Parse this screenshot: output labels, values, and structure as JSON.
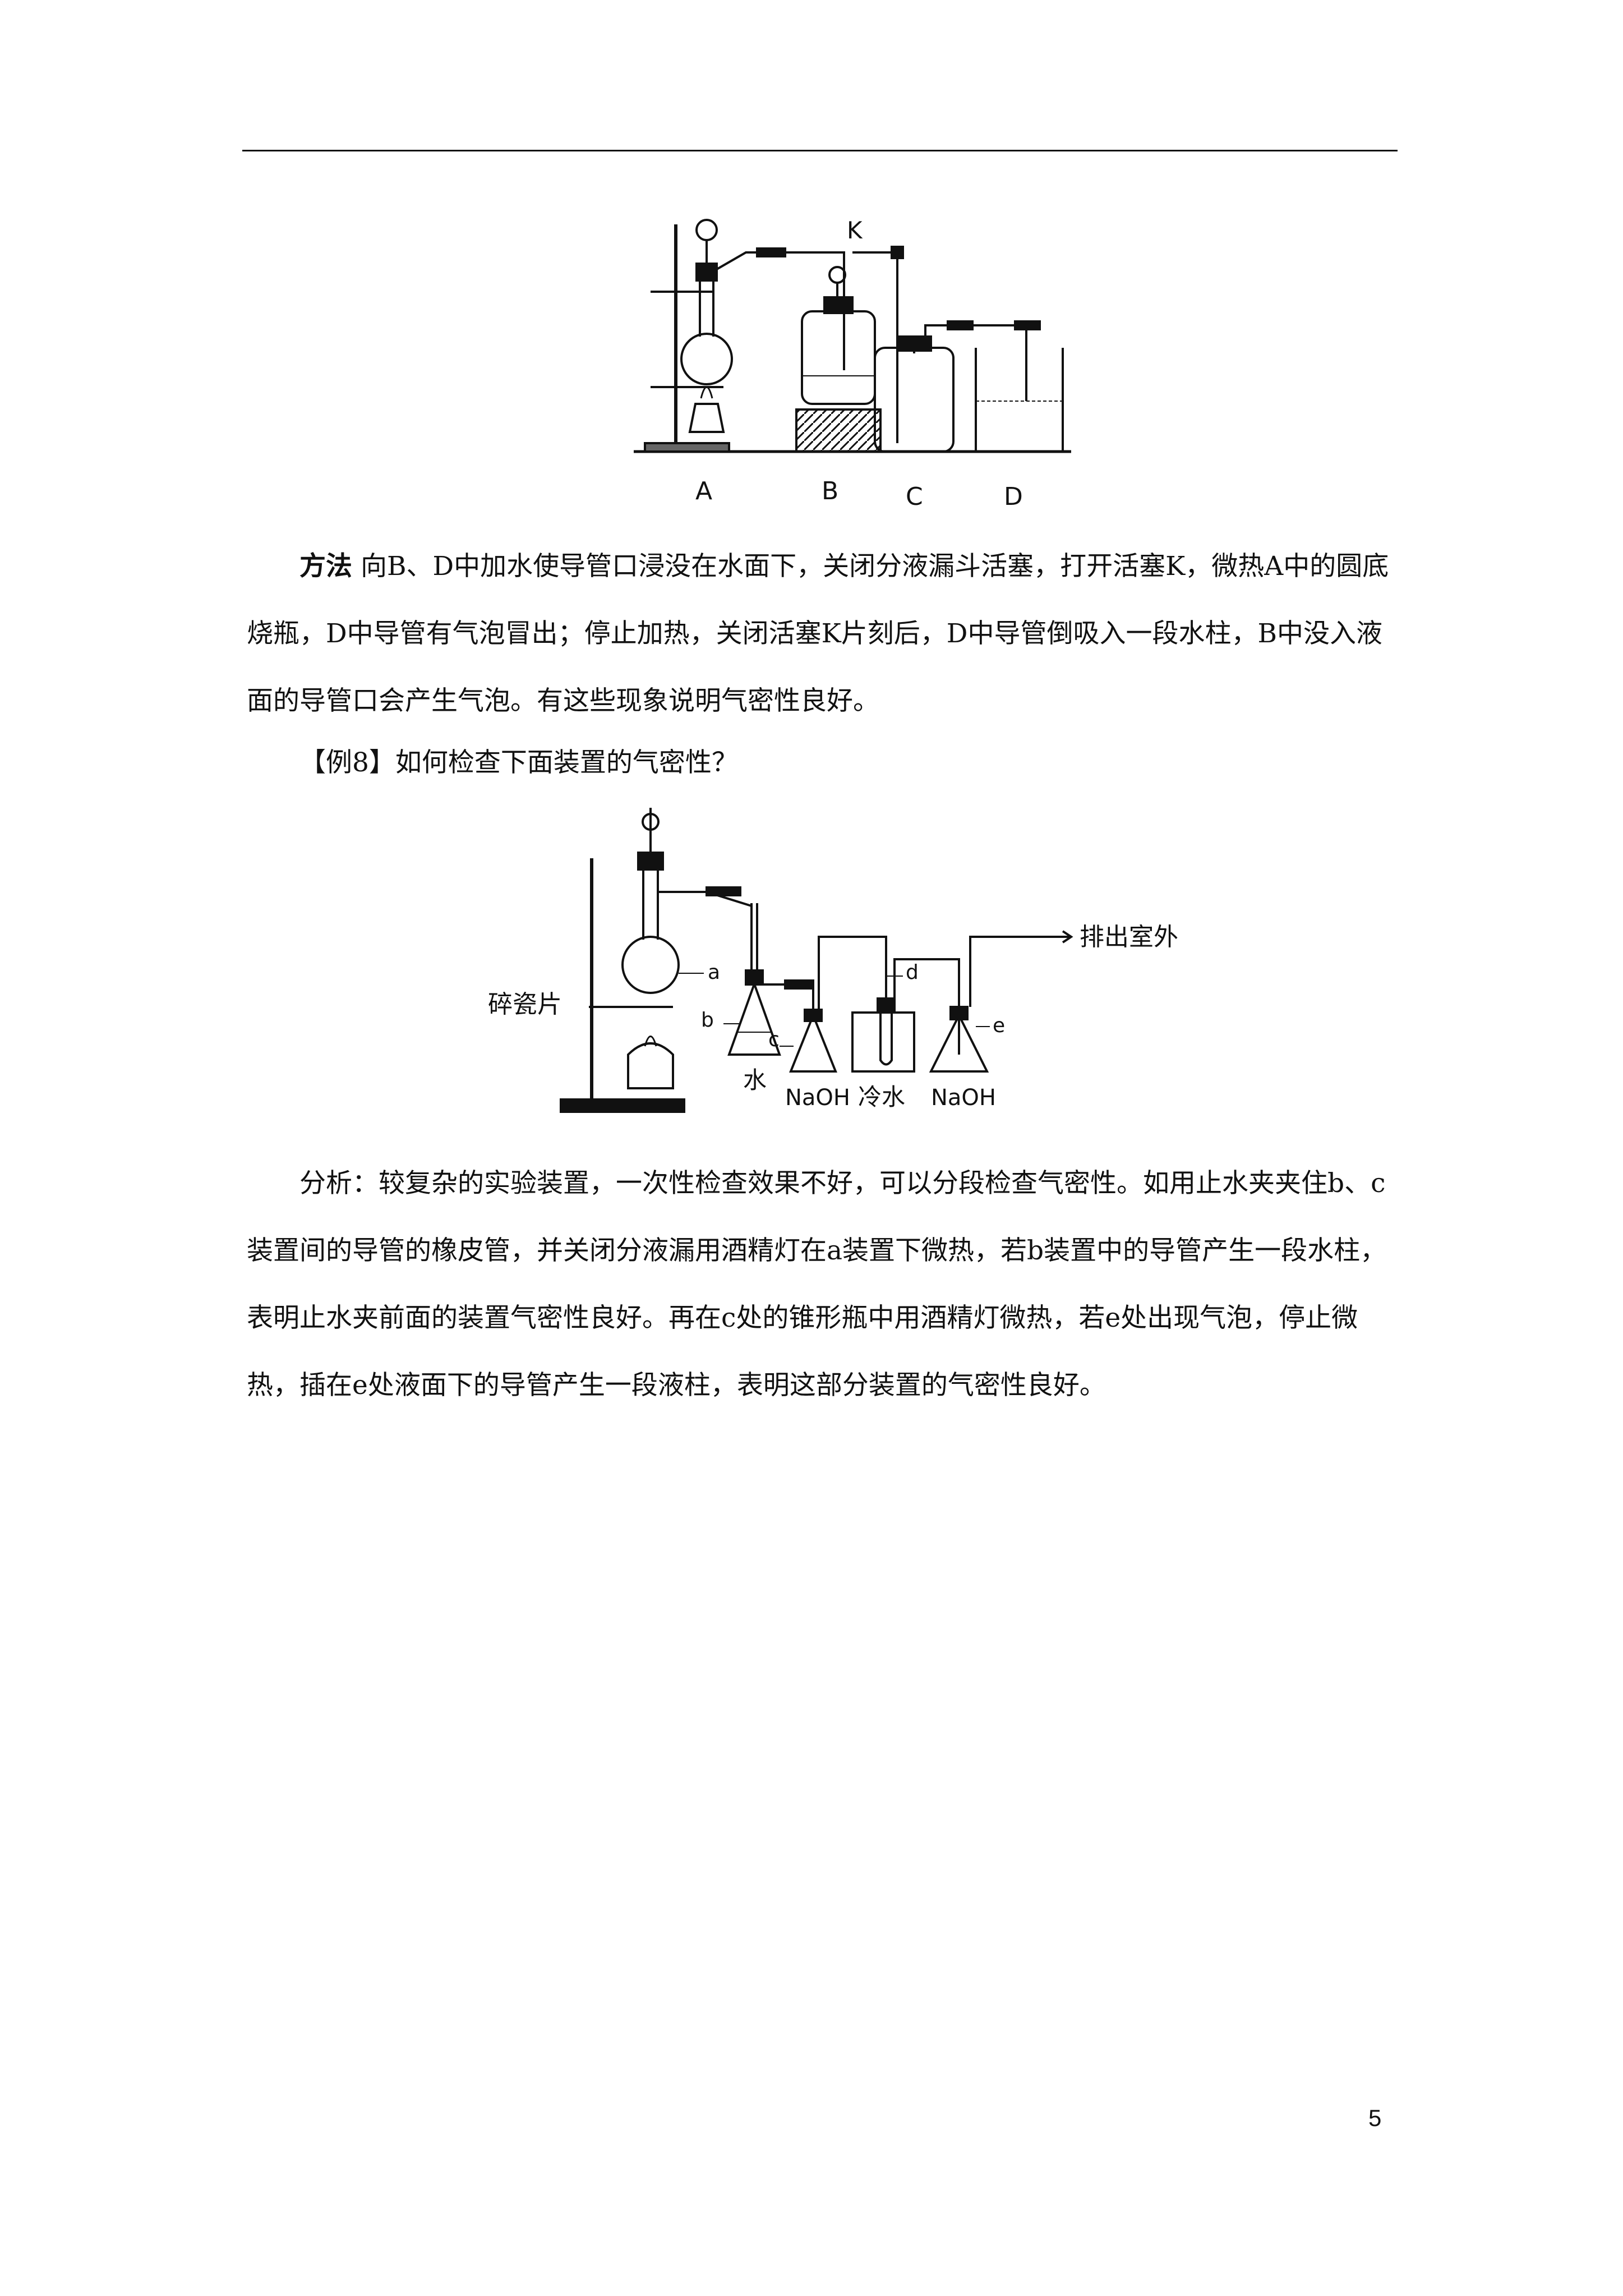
{
  "figure1": {
    "label_k": "K",
    "labels": [
      "A",
      "B",
      "C",
      "D"
    ]
  },
  "method": {
    "lead": "方法",
    "text": " 向B、D中加水使导管口浸没在水面下，关闭分液漏斗活塞，打开活塞K，微热A中的圆底烧瓶，D中导管有气泡冒出；停止加热，关闭活塞K片刻后，D中导管倒吸入一段水柱，B中没入液面的导管口会产生气泡。有这些现象说明气密性良好。"
  },
  "example": {
    "text": "【例8】如何检查下面装置的气密性？"
  },
  "figure2": {
    "label_a": "a",
    "label_b": "b",
    "label_c": "c",
    "label_d": "d",
    "label_e": "e",
    "label_shards": "碎瓷片",
    "label_water": "水",
    "label_naoh1": "NaOH",
    "label_coldwater": "冷水",
    "label_naoh2": "NaOH",
    "label_exhaust": "排出室外"
  },
  "analysis": {
    "text": "分析：较复杂的实验装置，一次性检查效果不好，可以分段检查气密性。如用止水夹夹住b、c装置间的导管的橡皮管，并关闭分液漏用酒精灯在a装置下微热，若b装置中的导管产生一段水柱，表明止水夹前面的装置气密性良好。再在c处的锥形瓶中用酒精灯微热，若e处出现气泡，停止微热，插在e处液面下的导管产生一段液柱，表明这部分装置的气密性良好。"
  },
  "page_number": "5"
}
